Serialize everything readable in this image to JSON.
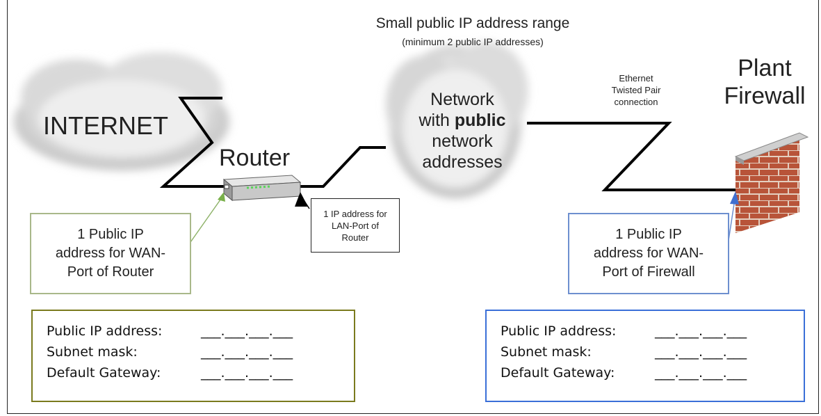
{
  "title": "Small public IP address range",
  "subtitle": "(minimum 2 public IP addresses)",
  "internet_label": "INTERNET",
  "router_label": "Router",
  "network_label": {
    "line1": "Network",
    "line2_prefix": "with ",
    "line2_bold": "public",
    "line3": "network",
    "line4": "addresses"
  },
  "ethernet_label": {
    "line1": "Ethernet",
    "line2": "Twisted Pair",
    "line3": "connection"
  },
  "firewall_label": {
    "line1": "Plant",
    "line2": "Firewall"
  },
  "callouts": {
    "router_wan": {
      "line1": "1 Public IP",
      "line2": "address for WAN-",
      "line3": "Port of Router"
    },
    "router_lan": {
      "line1": "1 IP address for",
      "line2": "LAN-Port of",
      "line3": "Router"
    },
    "firewall_wan": {
      "line1": "1 Public IP",
      "line2": "address for WAN-",
      "line3": "Port of Firewall"
    }
  },
  "ip_forms": {
    "router": {
      "rows": [
        {
          "label": "Public IP address:",
          "value": "___.___.___.___"
        },
        {
          "label": "Subnet mask:",
          "value": "___.___.___.___"
        },
        {
          "label": "Default Gateway:",
          "value": "___.___.___.___"
        }
      ]
    },
    "firewall": {
      "rows": [
        {
          "label": "Public IP address:",
          "value": "___.___.___.___"
        },
        {
          "label": "Subnet mask:",
          "value": "___.___.___.___"
        },
        {
          "label": "Default Gateway:",
          "value": "___.___.___.___"
        }
      ]
    }
  },
  "colors": {
    "router_box_border": "#7a7a1e",
    "firewall_box_border": "#3a6fd8",
    "router_callout_border": "#a9b88a",
    "firewall_callout_border": "#6d8fcf",
    "green_arrow": "#79b04a",
    "blue_arrow": "#3f6fd0",
    "brick": "#b9553a"
  }
}
